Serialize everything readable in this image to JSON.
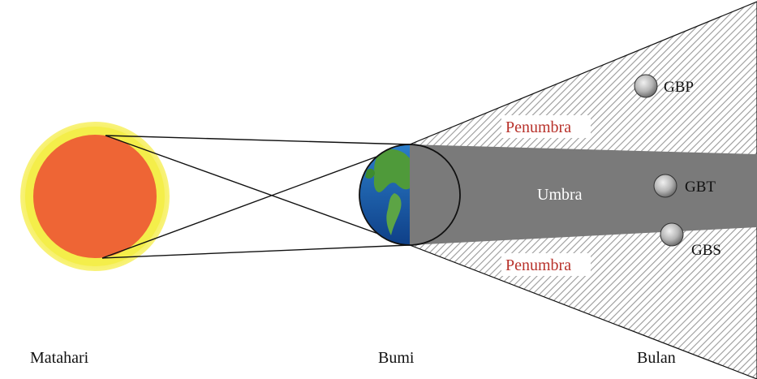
{
  "labels": {
    "sun": "Matahari",
    "earth": "Bumi",
    "moon": "Bulan",
    "penumbra_top": "Penumbra",
    "penumbra_bottom": "Penumbra",
    "umbra": "Umbra",
    "moon_partial": "GBP",
    "moon_total": "GBT",
    "moon_penumbral": "GBS"
  },
  "colors": {
    "sun_core": "#EE6535",
    "sun_glow": "#F4EE4A",
    "umbra_fill": "#7A7A7A",
    "penumbra_hatch": "#9A9A9A",
    "penumbra_text": "#B8322B",
    "umbra_text": "#FFFFFF",
    "line": "#111111"
  },
  "icons": {
    "sun": "sun-icon",
    "earth": "earth-globe-icon",
    "moon": "moon-icon"
  }
}
